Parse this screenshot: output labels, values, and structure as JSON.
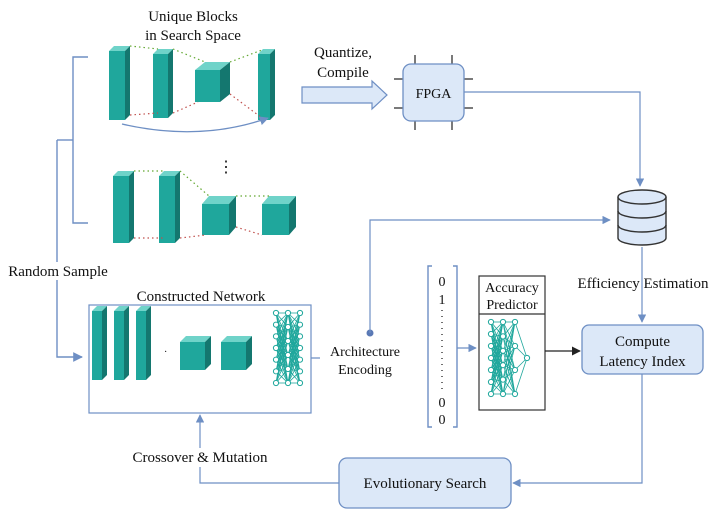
{
  "labels": {
    "unique_blocks_line1": "Unique Blocks",
    "unique_blocks_line2": "in Search Space",
    "quantize_line1": "Quantize,",
    "quantize_line2": "Compile",
    "fpga": "FPGA",
    "random_sample": "Random Sample",
    "constructed_network": "Constructed Network",
    "architecture_line1": "Architecture",
    "architecture_line2": "Encoding",
    "accuracy_line1": "Accuracy",
    "accuracy_line2": "Predictor",
    "efficiency_estimation": "Efficiency Estimation",
    "latency_line1": "Compute",
    "latency_line2": "Latency Index",
    "evolutionary_search": "Evolutionary Search",
    "crossover_mutation": "Crossover & Mutation",
    "ellipsis": "⋮",
    "encoding_top": "0",
    "encoding_second": "1",
    "encoding_bottom_second": "0",
    "encoding_bottom": "0"
  },
  "icons": {
    "fpga": "fpga-chip-icon",
    "database": "database-icon",
    "neural_net": "neural-network-icon"
  },
  "colors": {
    "teal_front": "#1FA79C",
    "teal_side": "#14776F",
    "teal_top": "#6FD3C9",
    "box_fill": "#DCE8F8",
    "box_stroke": "#6E8FC4",
    "arrow": "#6E8FC4",
    "dots_green": "#63A832",
    "dots_red": "#C0504D"
  }
}
